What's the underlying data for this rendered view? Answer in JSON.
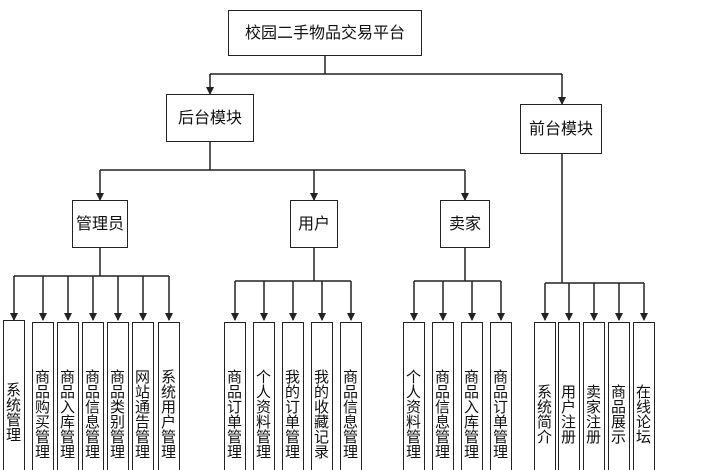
{
  "root": {
    "label": "校园二手物品交易平台"
  },
  "backend": {
    "label": "后台模块",
    "groups": [
      {
        "label": "管理员",
        "items": [
          "系统管理",
          "商品购买管理",
          "商品入库管理",
          "商品信息管理",
          "商品类别管理",
          "网站通告管理",
          "系统用户管理"
        ]
      },
      {
        "label": "用户",
        "items": [
          "商品订单管理",
          "个人资料管理",
          "我的订单管理",
          "我的收藏记录",
          "商品信息管理"
        ]
      },
      {
        "label": "卖家",
        "items": [
          "个人资料管理",
          "商品信息管理",
          "商品入库管理",
          "商品订单管理"
        ]
      }
    ]
  },
  "frontend": {
    "label": "前台模块",
    "items": [
      "系统简介",
      "用户注册",
      "卖家注册",
      "商品展示",
      "在线论坛"
    ]
  }
}
